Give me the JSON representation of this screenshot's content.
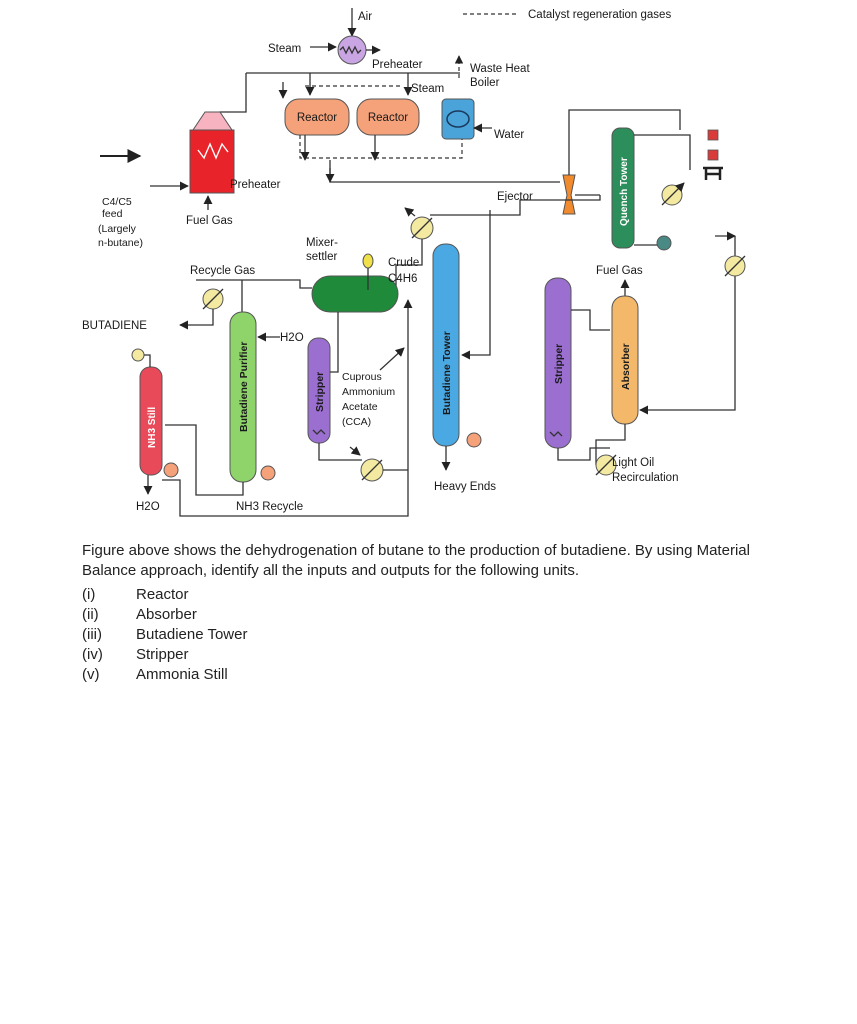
{
  "diagram": {
    "legend": "Catalyst regeneration gases",
    "labels": {
      "air": "Air",
      "steam_top": "Steam",
      "preheater_top": "Preheater",
      "steam_mid": "Steam",
      "waste_heat": "Waste Heat",
      "boiler": "Boiler",
      "reactor_1": "Reactor",
      "reactor_2": "Reactor",
      "water": "Water",
      "preheater_left": "Preheater",
      "ejector": "Ejector",
      "quench_tower": "Quench Tower",
      "feed_line1": "C4/C5",
      "feed_line2": "feed",
      "feed_line3": "(Largely",
      "feed_line4": "n-butane)",
      "fuel_gas_left": "Fuel Gas",
      "mixer_1": "Mixer-",
      "mixer_2": "settler",
      "crude_1": "Crude",
      "crude_2": "C4H6",
      "recycle_gas": "Recycle Gas",
      "fuel_gas_right": "Fuel Gas",
      "butadiene": "BUTADIENE",
      "h2o_purifier": "H2O",
      "cca_1": "Cuprous",
      "cca_2": "Ammonium",
      "cca_3": "Acetate",
      "cca_4": "(CCA)",
      "butadiene_tower": "Butadiene Tower",
      "stripper_left": "Stripper",
      "stripper_right": "Stripper",
      "absorber": "Absorber",
      "butadiene_purifier": "Butadiene Purifier",
      "nh3_still": "NH3 Still",
      "light_oil_1": "Light Oil",
      "light_oil_2": "Recirculation",
      "heavy_ends": "Heavy Ends",
      "h2o_bottom": "H2O",
      "nh3_recycle": "NH3 Recycle"
    }
  },
  "question": {
    "text": "Figure above shows the dehydrogenation of butane to the production of butadiene. By using Material Balance approach, identify all the inputs and outputs for the following units.",
    "items": [
      {
        "num": "(i)",
        "label": "Reactor"
      },
      {
        "num": "(ii)",
        "label": "Absorber"
      },
      {
        "num": "(iii)",
        "label": "Butadiene Tower"
      },
      {
        "num": "(iv)",
        "label": "Stripper"
      },
      {
        "num": "(v)",
        "label": "Ammonia Still"
      }
    ]
  }
}
